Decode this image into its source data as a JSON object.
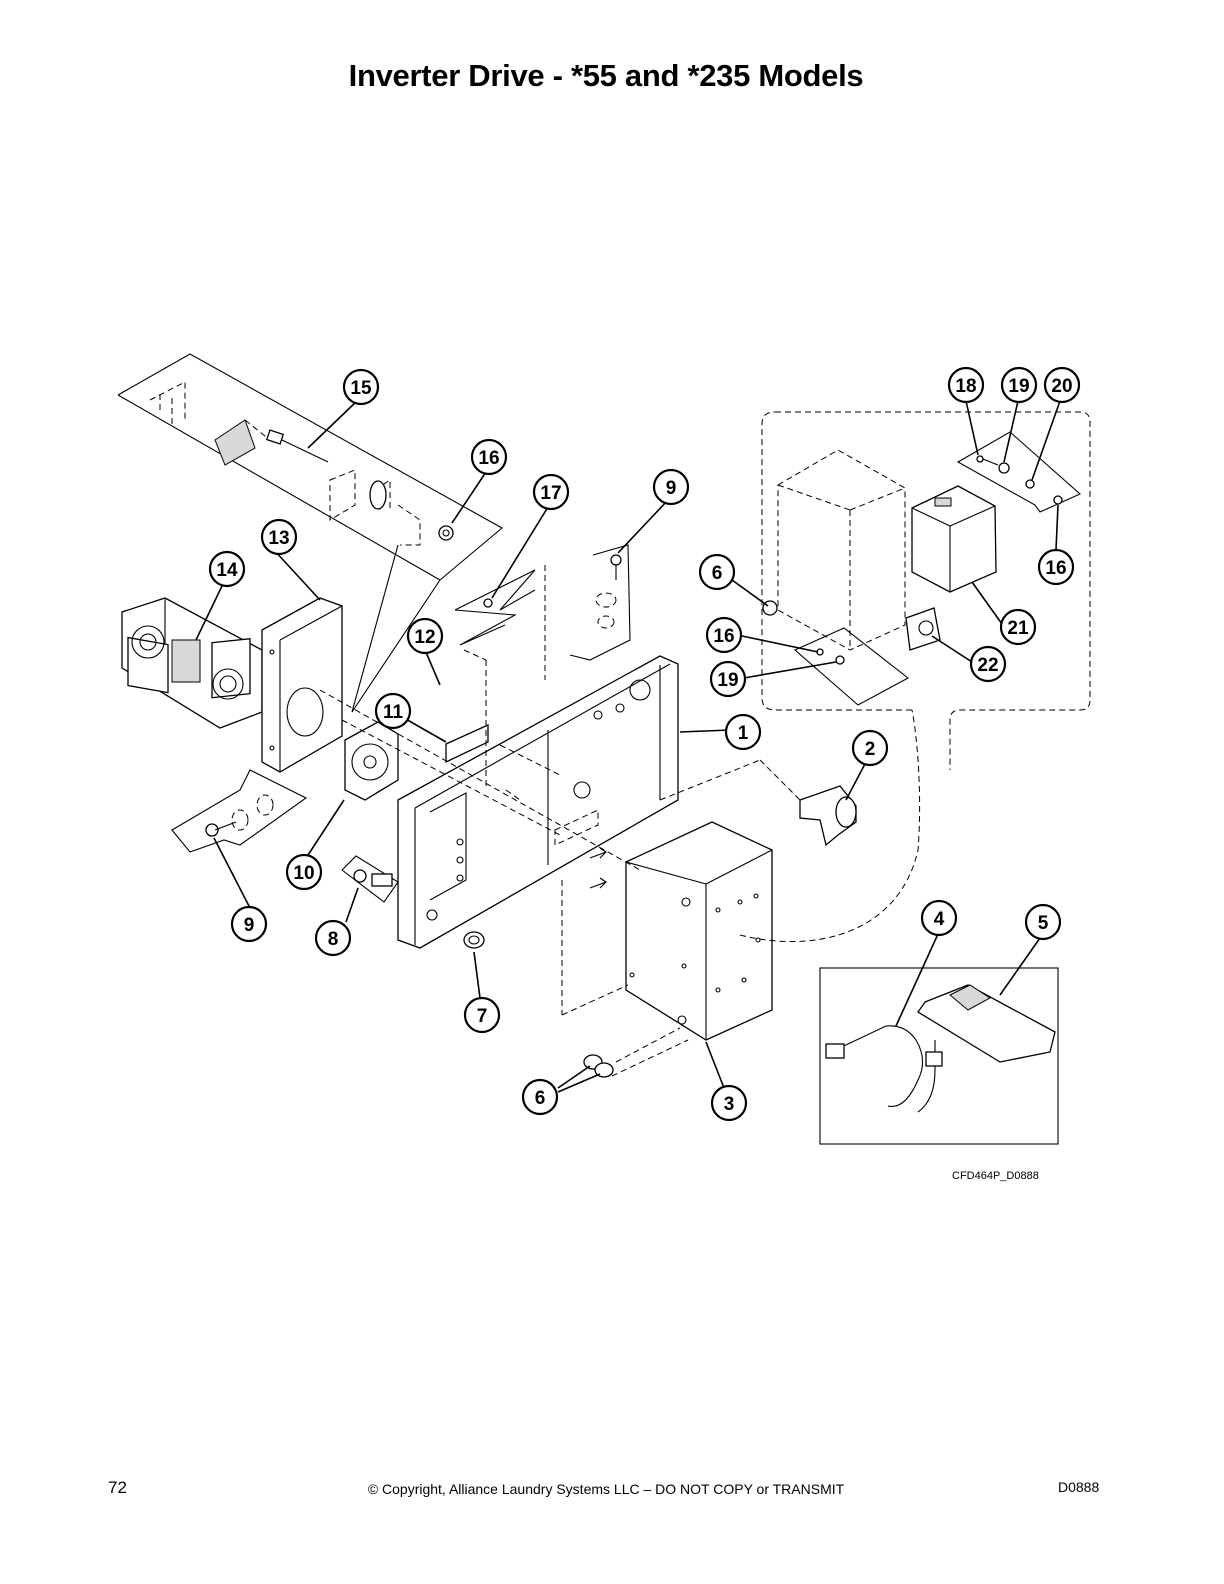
{
  "page": {
    "title": "Inverter Drive - *55 and *235 Models",
    "figure_code": "CFD464P_D0888",
    "page_number": "72",
    "copyright": "© Copyright, Alliance Laundry Systems LLC – DO NOT COPY or TRANSMIT",
    "doc_code": "D0888"
  },
  "callouts": {
    "c1": "1",
    "c2": "2",
    "c3": "3",
    "c4": "4",
    "c5": "5",
    "c6a": "6",
    "c6b": "6",
    "c7": "7",
    "c8": "8",
    "c9a": "9",
    "c9b": "9",
    "c10": "10",
    "c11": "11",
    "c12": "12",
    "c13": "13",
    "c14": "14",
    "c15": "15",
    "c16a": "16",
    "c16b": "16",
    "c16c": "16",
    "c17": "17",
    "c18": "18",
    "c19a": "19",
    "c19b": "19",
    "c20": "20",
    "c21": "21",
    "c22": "22"
  }
}
